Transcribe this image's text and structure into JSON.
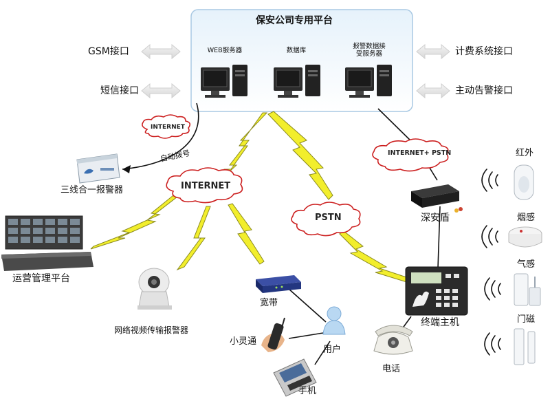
{
  "platform": {
    "title": "保安公司专用平台",
    "servers": [
      "WEB服务器",
      "数据库",
      "报警数据接\n受服务器"
    ]
  },
  "interfaces": {
    "gsm": "GSM接口",
    "sms": "短信接口",
    "billing": "计费系统接口",
    "active_alarm": "主动告警接口"
  },
  "networks": {
    "internet_small": "INTERNET",
    "internet_main": "INTERNET",
    "pstn": "PSTN",
    "internet_pstn": "INTERNET+ PSTN"
  },
  "devices": {
    "three_in_one": "三线合一报警器",
    "auto_dial": "自动拨号",
    "ops_platform": "运营管理平台",
    "ip_camera": "网络视频传输报警器",
    "broadband": "宽带",
    "user": "用户",
    "phs": "小灵通",
    "mobile": "手机",
    "phone": "电话",
    "terminal": "终端主机",
    "shenandun": "深安盾"
  },
  "sensors": {
    "infrared": "红外",
    "smoke": "烟感",
    "gas": "气感",
    "door": "门磁"
  },
  "colors": {
    "bolt": "#f2ee2c",
    "cloud_stroke": "#cc1f1f",
    "platform_bg_top": "#eaf4fb",
    "platform_bg_bottom": "#ffffff"
  }
}
